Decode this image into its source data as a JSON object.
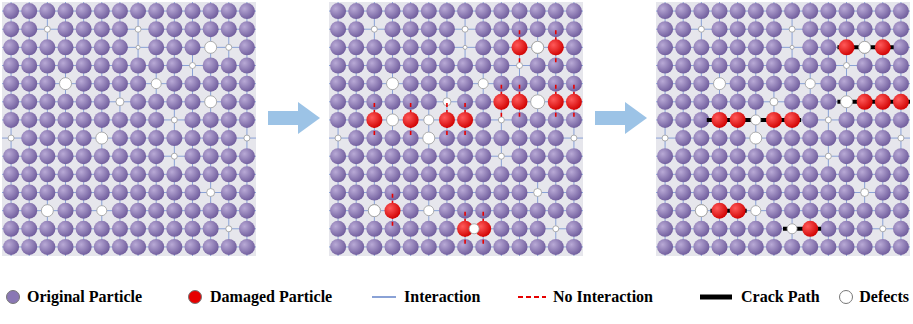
{
  "diagram": {
    "legend": [
      {
        "text": "Original Particle",
        "color": "#8a78b4"
      },
      {
        "text": "Damaged Particle",
        "color": "#e60000"
      },
      {
        "text": "Interaction"
      },
      {
        "text": "No Interaction"
      },
      {
        "text": "Crack Path"
      },
      {
        "text": "Defects",
        "color": "#ffffff"
      }
    ]
  }
}
